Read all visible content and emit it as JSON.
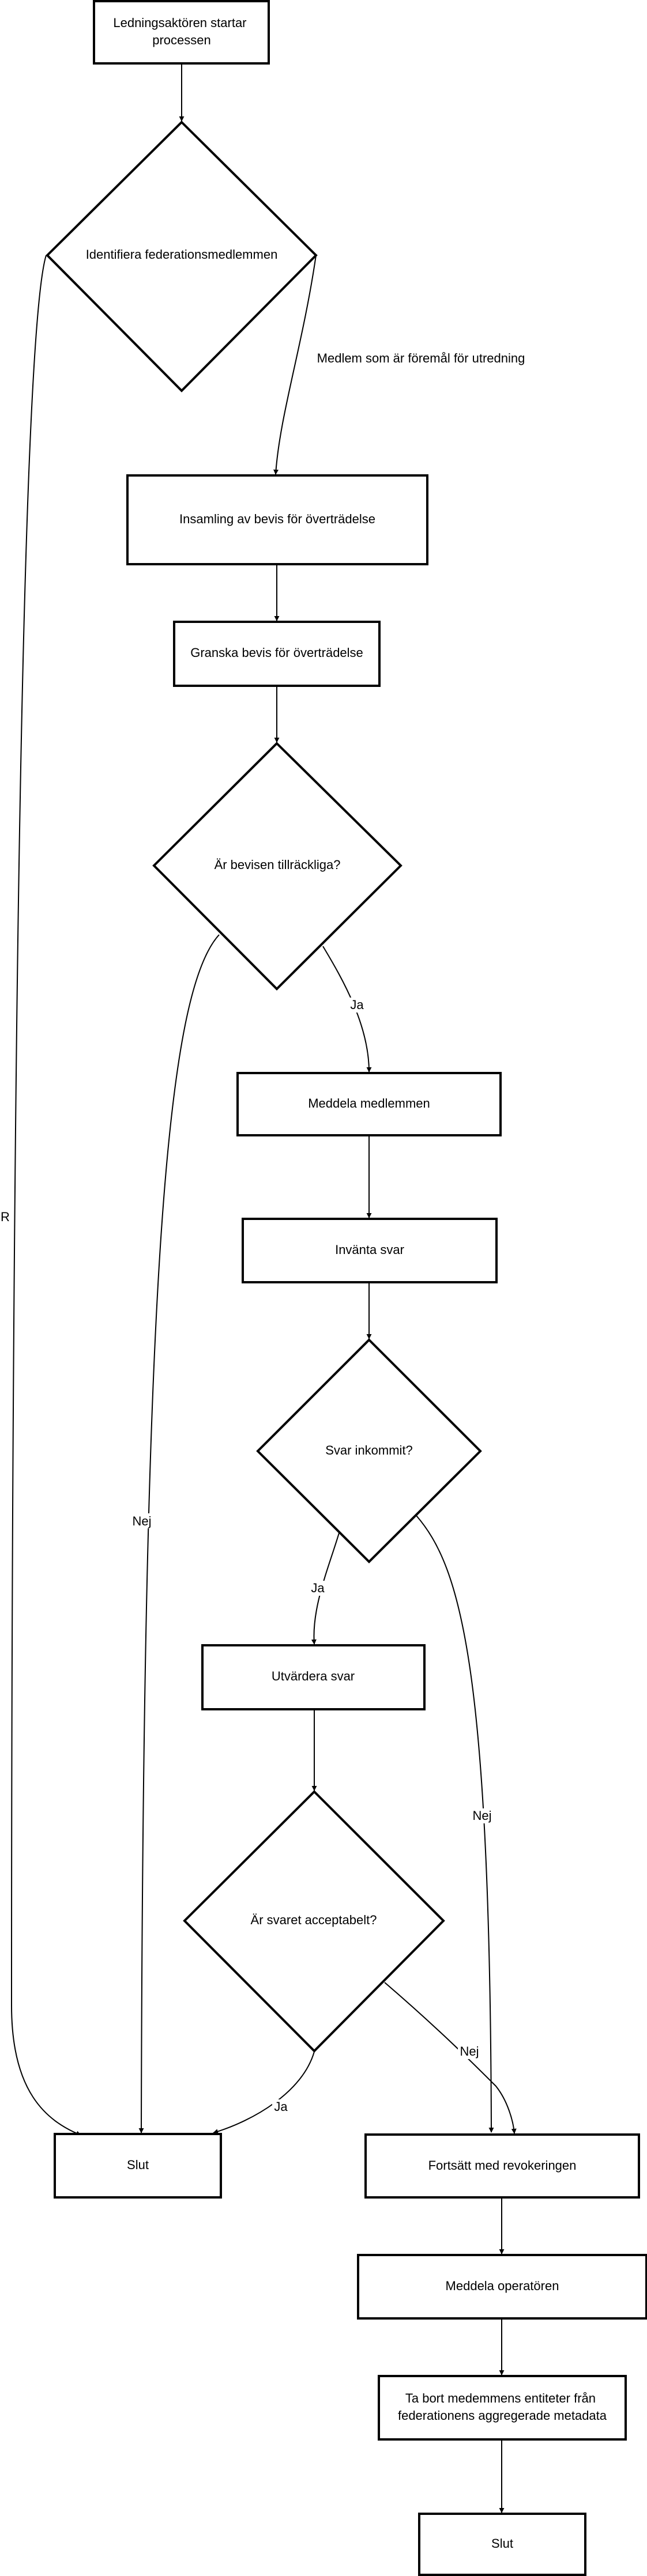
{
  "nodes": {
    "start": [
      "Ledningsaktören startar",
      "processen"
    ],
    "identify": [
      "Identifiera federationsmedlemmen"
    ],
    "collect": [
      "Insamling av bevis för överträdelse"
    ],
    "review": [
      "Granska bevis för överträdelse"
    ],
    "sufficient": [
      "Är bevisen tillräckliga?"
    ],
    "notify_member": [
      "Meddela medlemmen"
    ],
    "await": [
      "Invänta svar"
    ],
    "received": [
      "Svar inkommit?"
    ],
    "evaluate": [
      "Utvärdera svar"
    ],
    "acceptable": [
      "Är svaret acceptabelt?"
    ],
    "end1": [
      "Slut"
    ],
    "continue": [
      "Fortsätt med revokeringen"
    ],
    "notify_operator": [
      "Meddela operatören"
    ],
    "remove": [
      "Ta bort medemmens entiteter  från",
      "federationens aggregerade metadata"
    ],
    "end2": [
      "Slut"
    ]
  },
  "edge_labels": {
    "identify_to_collect": "Medlem som är föremål för utredning",
    "identify_to_end": "R",
    "sufficient_yes": "Ja",
    "sufficient_no": "Nej",
    "received_yes": "Ja",
    "received_no": "Nej",
    "acceptable_yes": "Ja",
    "acceptable_no": "Nej"
  },
  "colors": {
    "stroke": "#000000",
    "fill": "#ffffff",
    "background": "#ffffff"
  }
}
